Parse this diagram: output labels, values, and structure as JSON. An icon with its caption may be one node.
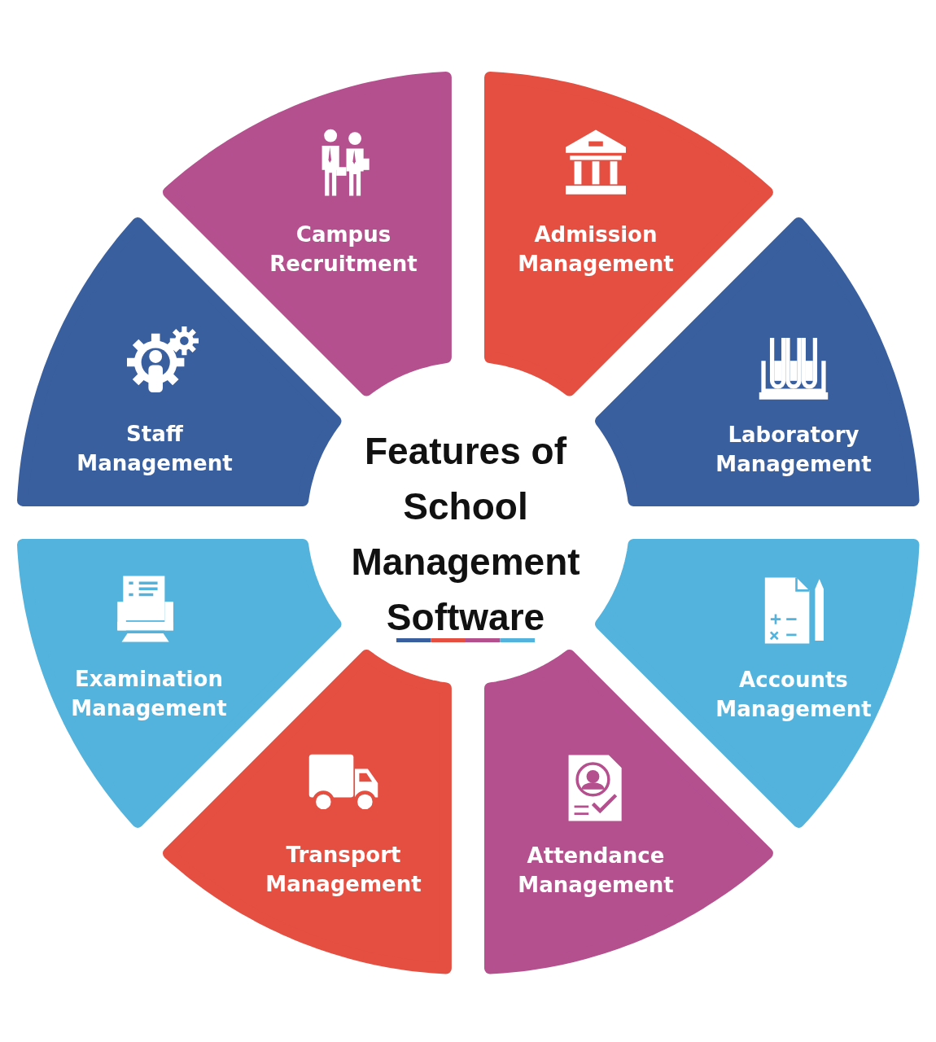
{
  "diagram": {
    "title": "Features of School Management Software",
    "nodes": [
      {
        "text": [
          "Campus Recruitment"
        ]
      },
      {
        "text": [
          "Admission Management"
        ]
      },
      {
        "text": [
          "Laboratory Management"
        ]
      },
      {
        "text": [
          "Accounts Management"
        ]
      },
      {
        "text": [
          "Attendance Management"
        ]
      },
      {
        "text": [
          "Transport Management"
        ]
      },
      {
        "text": [
          "Examination Management"
        ]
      },
      {
        "text": [
          "Staff Management"
        ]
      }
    ]
  }
}
